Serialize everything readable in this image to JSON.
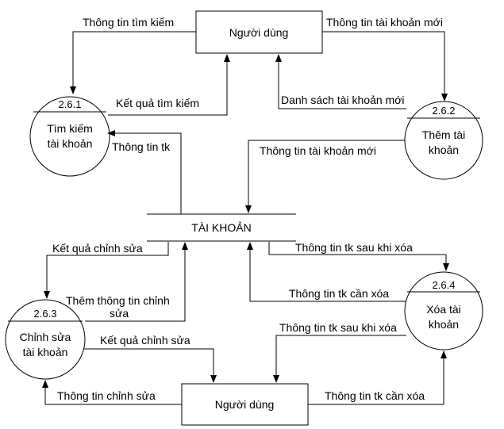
{
  "entities": {
    "user_top": "Người  dùng",
    "user_bottom": "Người  dùng"
  },
  "store": {
    "name": "TÀI KHOẢN"
  },
  "processes": {
    "p261": {
      "id": "2.6.1",
      "line1": "Tìm kiếm",
      "line2": "tài khoản"
    },
    "p262": {
      "id": "2.6.2",
      "line1": "Thêm tài",
      "line2": "khoản"
    },
    "p263": {
      "id": "2.6.3",
      "line1": "Chỉnh sửa",
      "line2": "tài khoản"
    },
    "p264": {
      "id": "2.6.4",
      "line1": "Xóa tài",
      "line2": "khoản"
    }
  },
  "flows": {
    "search_info": "Thông tin tìm kiếm",
    "search_result": "Kết quả tìm kiếm",
    "account_info": "Thông tin tk",
    "new_account_info_top": "Thông tin tài khoản mới",
    "new_account_list": "Danh sách tài khoản mới",
    "new_account_info_store": "Thông tin tài khoản mới",
    "edit_result_left": "Kết quả chỉnh sửa",
    "add_edit_info_1": "Thêm thông tin chỉnh",
    "add_edit_info_2": "sửa",
    "edit_result_bottom": "Kết quả chỉnh sửa",
    "edit_info": "Thông tin chỉnh sửa",
    "after_delete_store": "Thông tin tk sau khi xóa",
    "need_delete_store": "Thông tin tk cần xóa",
    "after_delete_user": "Thông tin tk sau khi xóa",
    "need_delete_user": "Thông tin tk cần xóa"
  }
}
